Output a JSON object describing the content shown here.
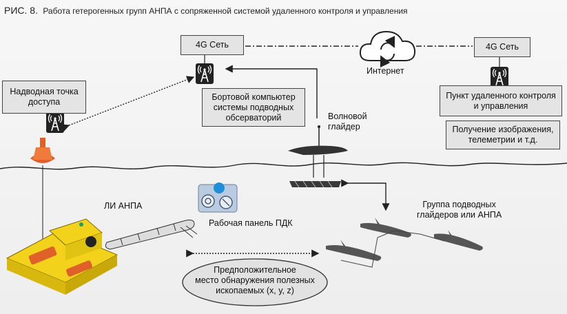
{
  "caption": {
    "figure_number": "РИС. 8.",
    "title": "Работа гетерогенных групп АНПА с сопряженной системой удаленного контроля и управления"
  },
  "nodes": {
    "network_left": "4G Сеть",
    "network_right": "4G Сеть",
    "internet": "Интернет",
    "surface_access_point_line1": "Надводная точка",
    "surface_access_point_line2": "доступа",
    "onboard_computer_line1": "Бортовой компьютер",
    "onboard_computer_line2": "системы подводных",
    "onboard_computer_line3": "обсерваторий",
    "control_point_line1": "Пункт удаленного контроля",
    "control_point_line2": "и управления",
    "data_reception_line1": "Получение изображения,",
    "data_reception_line2": "телеметрии и т.д.",
    "wave_glider_line1": "Волновой",
    "wave_glider_line2": "глайдер",
    "li_anpa": "ЛИ АНПА",
    "pdk_panel": "Рабочая панель ПДК",
    "glider_group_line1": "Группа подводных",
    "glider_group_line2": "глайдеров или АНПА",
    "deposit_line1": "Предположительное",
    "deposit_line2": "место обнаружения полезных",
    "deposit_line3": "ископаемых (x, y, z)"
  },
  "icons": {
    "antenna": "antenna-tower-icon",
    "cloud": "cloud-sync-icon",
    "panel": "control-panel-icon"
  },
  "colors": {
    "box_fill": "#e4e4e4",
    "box_border": "#444444",
    "antenna_bg": "#222222",
    "vehicle_yellow": "#f2d21a",
    "buoy_orange": "#e0602a",
    "ellipse_fill": "#e2e2e2"
  }
}
